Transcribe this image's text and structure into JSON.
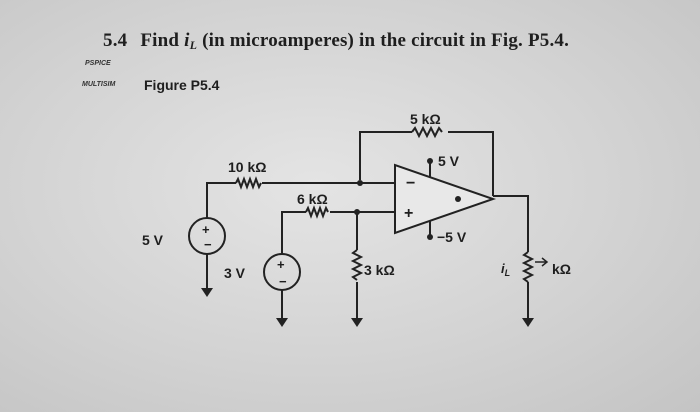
{
  "problem": {
    "number": "5.4",
    "text_before": "Find",
    "variable": "i",
    "variable_sub": "L",
    "text_after": "(in microamperes) in the circuit in Fig. P5.4."
  },
  "tags": {
    "pspice": "PSPICE",
    "multisim": "MULTISIM"
  },
  "figure_title": "Figure P5.4",
  "circuit": {
    "r_feedback": "5 kΩ",
    "r_input1": "10 kΩ",
    "r_input2": "6 kΩ",
    "r_ground": "3 kΩ",
    "r_load": "kΩ",
    "source1": "5 V",
    "source2": "3 V",
    "supply_pos": "5 V",
    "supply_neg": "−5 V",
    "opamp_minus": "−",
    "opamp_plus": "+",
    "current_label": "i",
    "current_sub": "L"
  }
}
